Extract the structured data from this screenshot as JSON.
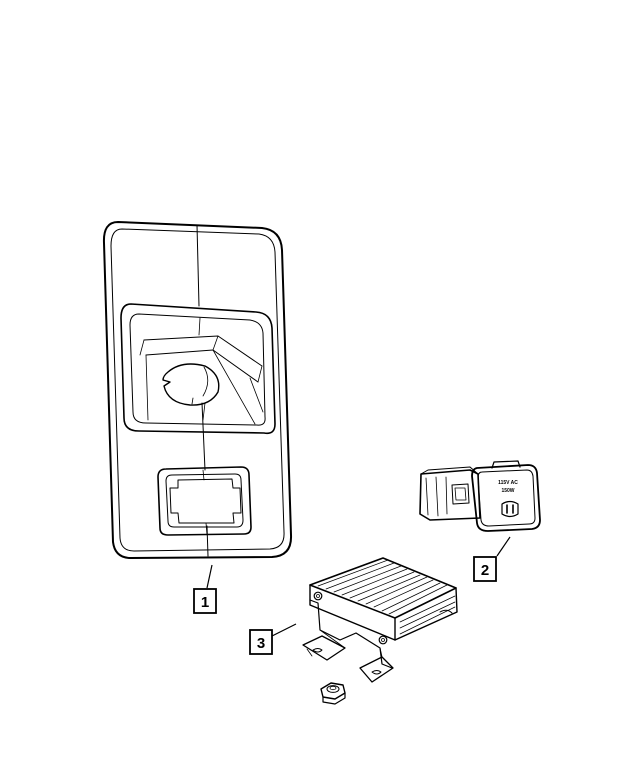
{
  "callouts": [
    {
      "label": "1",
      "part": "bezel-panel"
    },
    {
      "label": "2",
      "part": "power-outlet"
    },
    {
      "label": "3",
      "part": "power-inverter"
    }
  ],
  "outlet": {
    "rating_line1": "115V AC",
    "rating_line2": "150W"
  }
}
